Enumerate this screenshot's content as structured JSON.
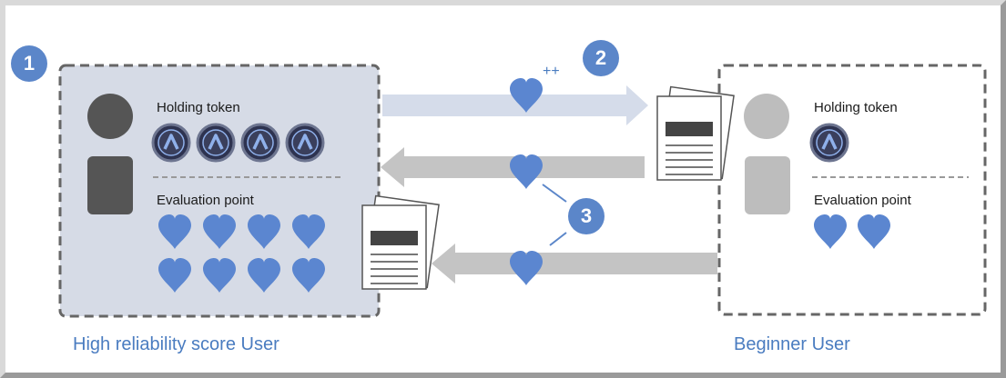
{
  "steps": {
    "step1": "1",
    "step2": "2",
    "step3": "3"
  },
  "plus_mark": "++",
  "left_user": {
    "holding_label": "Holding token",
    "evaluation_label": "Evaluation point",
    "token_count": 4,
    "heart_count": 8,
    "caption": "High reliability score User"
  },
  "right_user": {
    "holding_label": "Holding token",
    "evaluation_label": "Evaluation point",
    "token_count": 1,
    "heart_count": 2,
    "caption": "Beginner User"
  },
  "colors": {
    "heart": "#5b86d0",
    "badge": "#5b86c9",
    "caption": "#4a7cc0",
    "left_panel": "#d6dbe6",
    "arrow_light": "#d5dcea",
    "arrow_gray": "#c4c4c4",
    "token_ring": "#3a3f5c",
    "token_symbol": "#8fb0ea"
  },
  "icons": [
    "user-silhouette-icon",
    "token-icon",
    "heart-icon",
    "document-icon",
    "arrow-icon"
  ]
}
